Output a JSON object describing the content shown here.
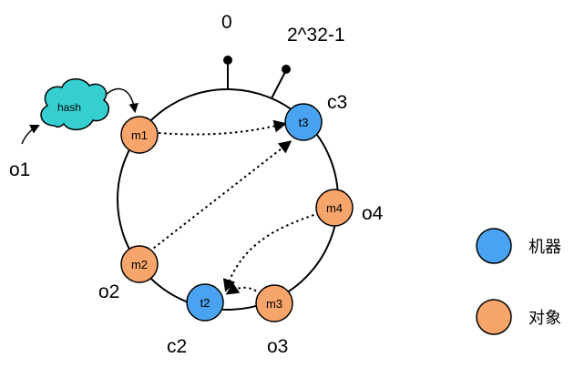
{
  "colors": {
    "machine_fill": "#4aa3f0",
    "object_fill": "#f7a56a",
    "hash_fill": "#36cfd1",
    "stroke": "#000000"
  },
  "ring": {
    "top_label": "0",
    "max_label": "2^32-1"
  },
  "hash": {
    "label": "hash"
  },
  "objects": [
    {
      "id": "m1",
      "node_label": "m1",
      "name": "o1"
    },
    {
      "id": "m2",
      "node_label": "m2",
      "name": "o2"
    },
    {
      "id": "m3",
      "node_label": "m3",
      "name": "o3"
    },
    {
      "id": "m4",
      "node_label": "m4",
      "name": "o4"
    }
  ],
  "machines": [
    {
      "id": "t3",
      "node_label": "t3",
      "name": "c3"
    },
    {
      "id": "t2",
      "node_label": "t2",
      "name": "c2"
    }
  ],
  "legend": {
    "machine_label": "机器",
    "object_label": "对象"
  }
}
